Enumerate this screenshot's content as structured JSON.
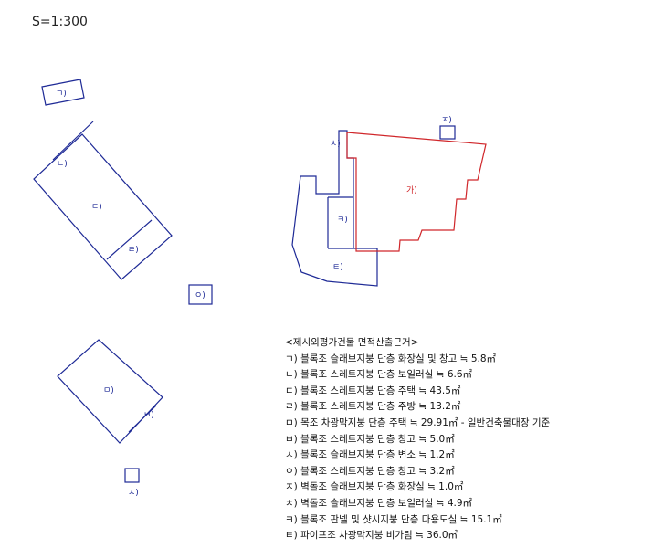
{
  "scale_label": "S=1:300",
  "colors": {
    "line": "#1e2a96",
    "highlight": "#d0262a",
    "text": "#111111"
  },
  "labels": {
    "g": "ㄱ)",
    "n": "ㄴ)",
    "d": "ㄷ)",
    "r": "ㄹ)",
    "m": "ㅁ)",
    "b": "ㅂ)",
    "s": "ㅅ)",
    "o": "ㅇ)",
    "j": "ㅈ)",
    "ch": "ㅊ)",
    "k": "ㅋ)",
    "t": "ㅌ)",
    "ga": "가)"
  },
  "legend": {
    "title": "<제시외평가건물 면적산출근거>",
    "items": [
      "ㄱ) 블록조 슬래브지붕 단층 화장실 및 창고 ≒ 5.8㎡",
      "ㄴ) 블록조 스레트지붕 단층 보일러실 ≒ 6.6㎡",
      "ㄷ) 블록조 스레트지붕 단층 주택 ≒ 43.5㎡",
      "ㄹ) 블록조 스레트지붕 단층 주방 ≒ 13.2㎡",
      "ㅁ) 목조 차광막지붕 단층 주택 ≒ 29.91㎡ - 일반건축물대장 기준",
      "ㅂ) 블록조 스레트지붕 단층 창고 ≒ 5.0㎡",
      "ㅅ) 블록조 슬래브지붕 단층 변소 ≒ 1.2㎡",
      "ㅇ) 블록조 스레트지붕 단층 창고 ≒ 3.2㎡",
      "ㅈ) 벽돌조 슬래브지붕 단층 화장실 ≒ 1.0㎡",
      "ㅊ) 벽돌조 슬래브지붕 단층 보일러실 ≒ 4.9㎡",
      "ㅋ) 블록조 판넬 및 샷시지붕 단층 다용도실 ≒ 15.1㎡",
      "ㅌ) 파이프조 차광막지붕 비가림 ≒ 36.0㎡"
    ]
  }
}
